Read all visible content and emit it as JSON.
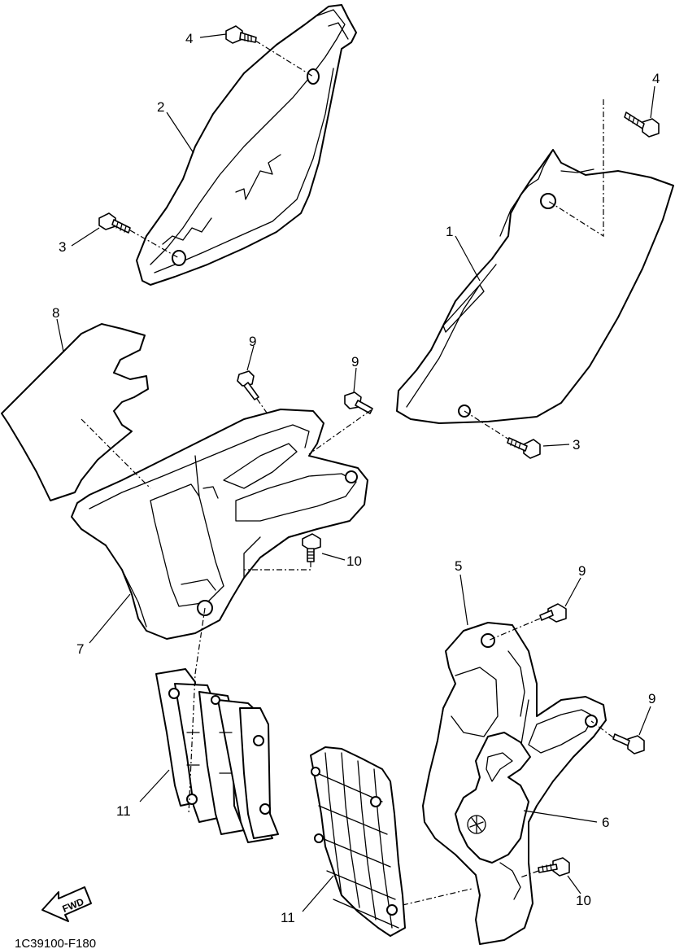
{
  "diagram": {
    "drawing_code": "1C39100-F180",
    "fwd_label": "FWD",
    "callouts": {
      "side_cover_right": "1",
      "side_cover_left": "2",
      "bolt_a_left": "3",
      "bolt_a_right": "3",
      "bolt_b_left": "4",
      "bolt_b_right": "4",
      "shroud_left": "5",
      "graphic_left": "6",
      "shroud_right": "7",
      "graphic_right": "8",
      "bolt_c_1": "9",
      "bolt_c_2": "9",
      "bolt_c_3": "9",
      "bolt_c_4": "9",
      "bolt_d_1": "10",
      "bolt_d_2": "10",
      "louver_right": "11",
      "louver_left": "11"
    }
  }
}
